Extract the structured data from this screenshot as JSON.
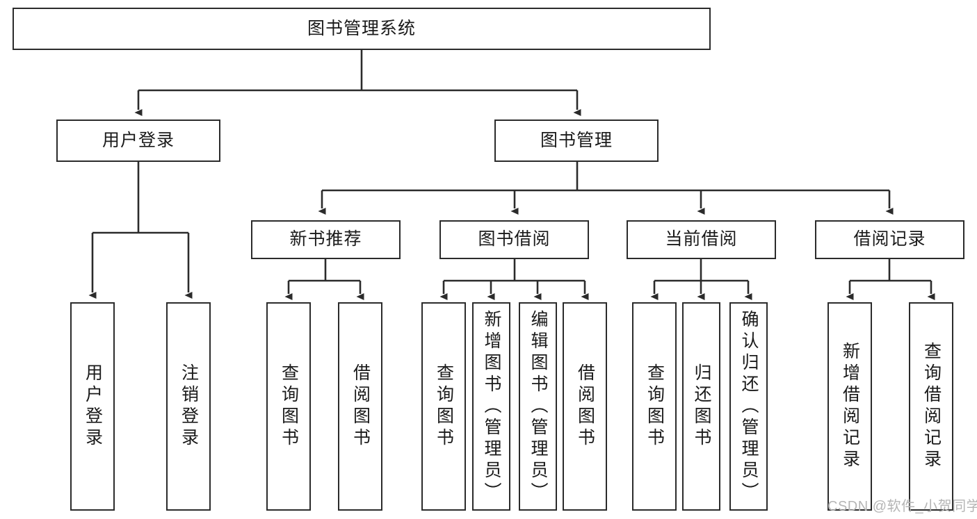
{
  "diagram": {
    "type": "hierarchy-tree",
    "title": "图书管理系统",
    "watermark": "CSDN @软件_小贺同学",
    "colors": {
      "box_border": "#2b2b2b",
      "box_fill": "#ffffff",
      "edge": "#2b2b2b",
      "text": "#1a1a1a",
      "watermark": "#b5b5b5"
    },
    "nodes": {
      "root": {
        "label": "图书管理系统",
        "level": 0,
        "orientation": "horizontal"
      },
      "l1": [
        {
          "id": "user-login",
          "label": "用户登录",
          "level": 1,
          "orientation": "horizontal"
        },
        {
          "id": "book-manage",
          "label": "图书管理",
          "level": 1,
          "orientation": "horizontal"
        }
      ],
      "l2": [
        {
          "id": "new-book-rec",
          "label": "新书推荐",
          "level": 2,
          "orientation": "horizontal"
        },
        {
          "id": "book-borrow",
          "label": "图书借阅",
          "level": 2,
          "orientation": "horizontal"
        },
        {
          "id": "current-borrow",
          "label": "当前借阅",
          "level": 2,
          "orientation": "horizontal"
        },
        {
          "id": "borrow-record",
          "label": "借阅记录",
          "level": 2,
          "orientation": "horizontal"
        }
      ],
      "leaves": [
        {
          "id": "leaf-user-login",
          "label": "用户登录",
          "parent": "user-login",
          "orientation": "vertical"
        },
        {
          "id": "leaf-user-logout",
          "label": "注销登录",
          "parent": "user-login",
          "orientation": "vertical"
        },
        {
          "id": "leaf-query-book-1",
          "label": "查询图书",
          "parent": "new-book-rec",
          "orientation": "vertical"
        },
        {
          "id": "leaf-borrow-book-1",
          "label": "借阅图书",
          "parent": "new-book-rec",
          "orientation": "vertical"
        },
        {
          "id": "leaf-query-book-2",
          "label": "查询图书",
          "parent": "book-borrow",
          "orientation": "vertical"
        },
        {
          "id": "leaf-add-book",
          "label": "新增图书（管理员）",
          "parent": "book-borrow",
          "orientation": "vertical"
        },
        {
          "id": "leaf-edit-book",
          "label": "编辑图书（管理员）",
          "parent": "book-borrow",
          "orientation": "vertical"
        },
        {
          "id": "leaf-borrow-book-2",
          "label": "借阅图书",
          "parent": "book-borrow",
          "orientation": "vertical"
        },
        {
          "id": "leaf-query-book-3",
          "label": "查询图书",
          "parent": "current-borrow",
          "orientation": "vertical"
        },
        {
          "id": "leaf-return-book",
          "label": "归还图书",
          "parent": "current-borrow",
          "orientation": "vertical"
        },
        {
          "id": "leaf-confirm-return",
          "label": "确认归还（管理员）",
          "parent": "current-borrow",
          "orientation": "vertical"
        },
        {
          "id": "leaf-add-record",
          "label": "新增借阅记录",
          "parent": "borrow-record",
          "orientation": "vertical"
        },
        {
          "id": "leaf-query-record",
          "label": "查询借阅记录",
          "parent": "borrow-record",
          "orientation": "vertical"
        }
      ]
    }
  }
}
